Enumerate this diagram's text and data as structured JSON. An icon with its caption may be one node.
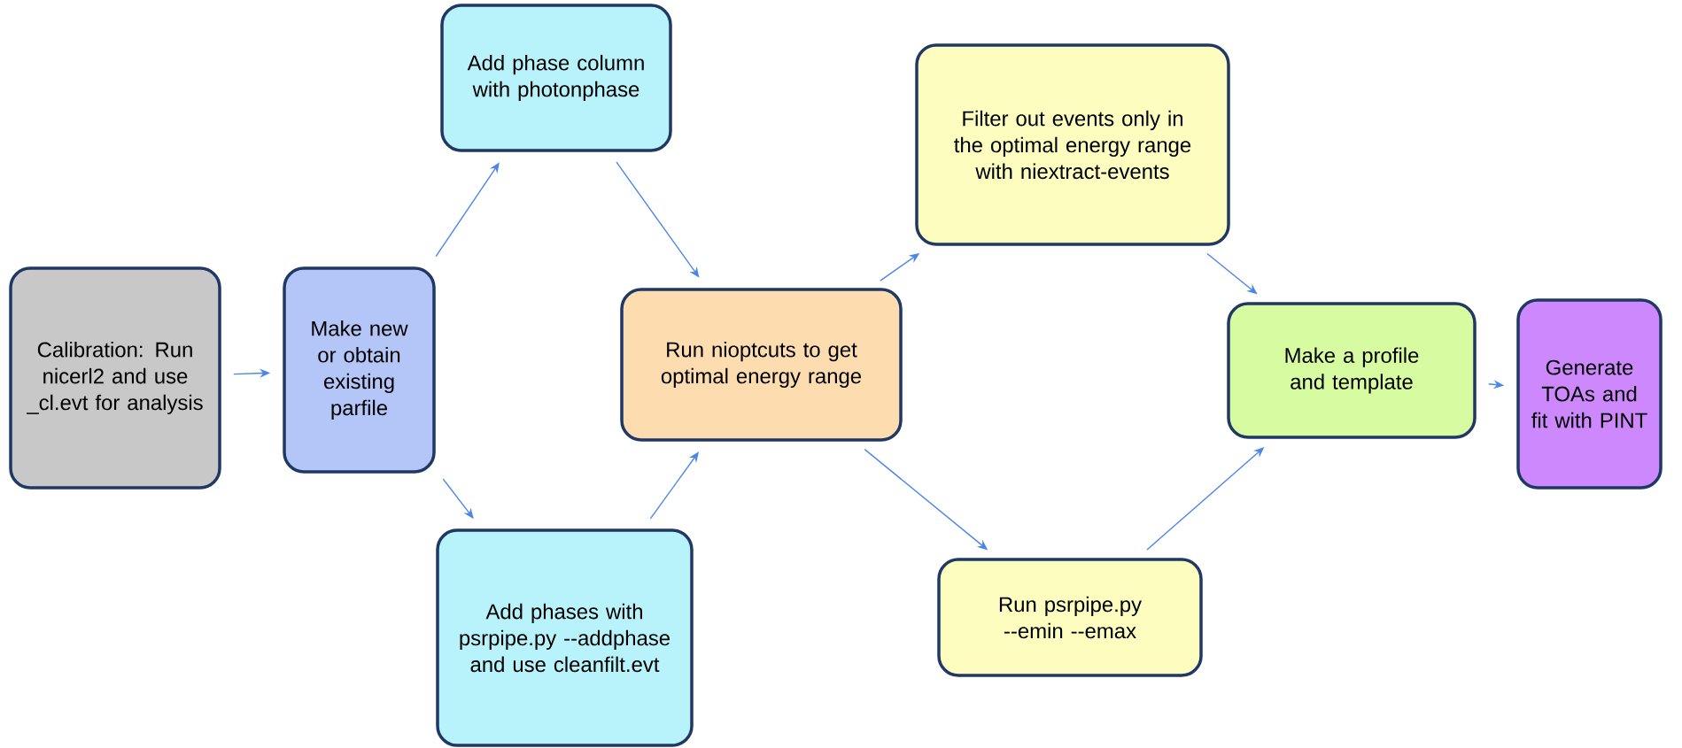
{
  "diagram": {
    "nodes": [
      {
        "text": [
          "Calibration: Run nicerl2 and use _cl.evt for analysis"
        ]
      },
      {
        "text": [
          "Make new or obtain existing parfile"
        ]
      },
      {
        "text": [
          "Add phase column with photonphase"
        ]
      },
      {
        "text": [
          "Add phases with psrpipe.py --addphase and use cleanfilt.evt"
        ]
      },
      {
        "text": [
          "Run nioptcuts to get optimal energy range"
        ]
      },
      {
        "text": [
          "Filter out events only in the optimal energy range with niextract-events"
        ]
      },
      {
        "text": [
          "Run psrpipe.py --emin --emax"
        ]
      },
      {
        "text": [
          "Make a profile and template"
        ]
      },
      {
        "text": [
          "Generate TOAs and fit with PINT"
        ]
      }
    ],
    "edges": [
      {
        "from": 0,
        "to": 1,
        "arrow": "to"
      },
      {
        "from": 1,
        "to": 2,
        "arrow": "to"
      },
      {
        "from": 1,
        "to": 3,
        "arrow": "to"
      },
      {
        "from": 2,
        "to": 4,
        "arrow": "to"
      },
      {
        "from": 3,
        "to": 4,
        "arrow": "to"
      },
      {
        "from": 4,
        "to": 5,
        "arrow": "to"
      },
      {
        "from": 4,
        "to": 6,
        "arrow": "to"
      },
      {
        "from": 5,
        "to": 7,
        "arrow": "to"
      },
      {
        "from": 6,
        "to": 7,
        "arrow": "to"
      },
      {
        "from": 7,
        "to": 8,
        "arrow": "to"
      }
    ]
  }
}
